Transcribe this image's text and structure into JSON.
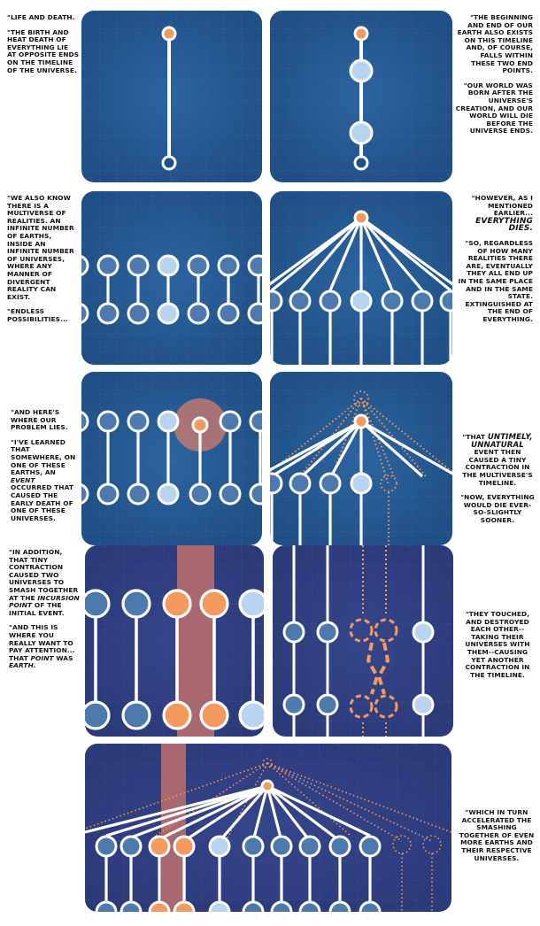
{
  "palette": {
    "panel_blue": "#1f4f84",
    "panel_purple": "#2b3a78",
    "grid": "#3a6aa0",
    "grid_purple": "#45549a",
    "line_white": "#ffffff",
    "node_mid": "#4d7aae",
    "node_light": "#b8d4f0",
    "node_orange": "#f39a5e",
    "band": "#a9676f",
    "halo": "#b87672"
  },
  "captions": {
    "c1": [
      "\"LIFE AND DEATH.",
      "\"THE BIRTH AND HEAT DEATH OF EVERYTHING LIE AT OPPOSITE ENDS ON THE TIMELINE OF THE UNIVERSE."
    ],
    "c2": [
      "\"THE BEGINNING AND END OF OUR EARTH ALSO EXISTS ON THIS TIMELINE AND, OF COURSE, FALLS WITHIN THESE TWO END POINTS.",
      "\"OUR WORLD WAS BORN AFTER THE UNIVERSE'S CREATION, AND OUR WORLD WILL DIE BEFORE THE UNIVERSE ENDS."
    ],
    "c3": [
      "\"WE ALSO KNOW THERE IS A MULTIVERSE OF REALITIES. AN INFINITE NUMBER OF EARTHS, INSIDE AN INFINITE NUMBER OF UNIVERSES, WHERE ANY MANNER OF DIVERGENT REALITY CAN EXIST.",
      "\"ENDLESS POSSIBILITIES..."
    ],
    "c4a_pre": "\"HOWEVER, AS I MENTIONED EARLIER...",
    "c4a_em": "EVERYTHING DIES.",
    "c4b": "\"SO, REGARDLESS OF HOW MANY REALITIES THERE ARE, EVENTUALLY THEY ALL END UP IN THE SAME PLACE AND IN THE SAME STATE. EXTINGUISHED AT THE END OF EVERYTHING.",
    "c5a": "\"AND HERE'S WHERE OUR PROBLEM LIES.",
    "c5b_pre": "\"I'VE LEARNED THAT SOMEWHERE, ON ONE OF THESE EARTHS, AN",
    "c5b_em": "EVENT",
    "c5b_post": "OCCURRED THAT CAUSED THE EARLY DEATH OF ONE OF THESE UNIVERSES.",
    "c6a_pre": "\"THAT",
    "c6a_em": "UNTIMELY, UNNATURAL",
    "c6a_post": "EVENT THEN CAUSED A TINY CONTRACTION IN THE MULTIVERSE'S TIMELINE.",
    "c6b": "\"NOW, EVERYTHING WOULD DIE EVER-SO-SLIGHTLY SOONER.",
    "c7a_pre": "\"IN ADDITION, THAT TINY CONTRACTION CAUSED TWO UNIVERSES TO SMASH TOGETHER AT THE",
    "c7a_em": "INCURSION POINT",
    "c7a_post": "OF THE INITIAL EVENT.",
    "c7b_pre": "\"AND THIS IS WHERE YOU REALLY WANT TO PAY ATTENTION... THAT",
    "c7b_em1": "POINT",
    "c7b_mid": "WAS",
    "c7b_em2": "EARTH.",
    "c8": "\"THEY TOUCHED, AND DESTROYED EACH OTHER-- TAKING THEIR UNIVERSES WITH THEM--CAUSING YET ANOTHER CONTRACTION IN THE TIMELINE.",
    "c9": "\"WHICH IN TURN ACCELERATED THE SMASHING TOGETHER OF EVEN MORE EARTHS AND THEIR RESPECTIVE UNIVERSES."
  }
}
